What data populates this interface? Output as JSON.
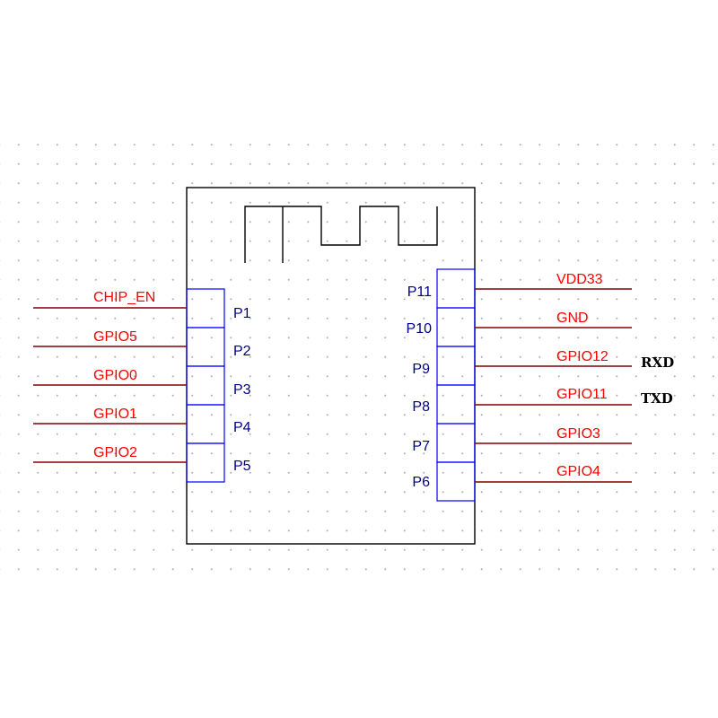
{
  "module": {
    "left_pins": [
      {
        "pin": "P1",
        "net": "CHIP_EN"
      },
      {
        "pin": "P2",
        "net": "GPIO5"
      },
      {
        "pin": "P3",
        "net": "GPIO0"
      },
      {
        "pin": "P4",
        "net": "GPIO1"
      },
      {
        "pin": "P5",
        "net": "GPIO2"
      }
    ],
    "right_pins": [
      {
        "pin": "P11",
        "net": "VDD33",
        "note": ""
      },
      {
        "pin": "P10",
        "net": "GND",
        "note": ""
      },
      {
        "pin": "P9",
        "net": "GPIO12",
        "note": "RXD"
      },
      {
        "pin": "P8",
        "net": "GPIO11",
        "note": "TXD"
      },
      {
        "pin": "P7",
        "net": "GPIO3",
        "note": ""
      },
      {
        "pin": "P6",
        "net": "GPIO4",
        "note": ""
      }
    ]
  },
  "colors": {
    "outline": "#000000",
    "pin_box": "#0000ff",
    "wire": "#800000",
    "net_label": "#ff0000",
    "pin_number": "#000080"
  },
  "icons": {
    "antenna": "pcb-antenna-trace-icon"
  }
}
